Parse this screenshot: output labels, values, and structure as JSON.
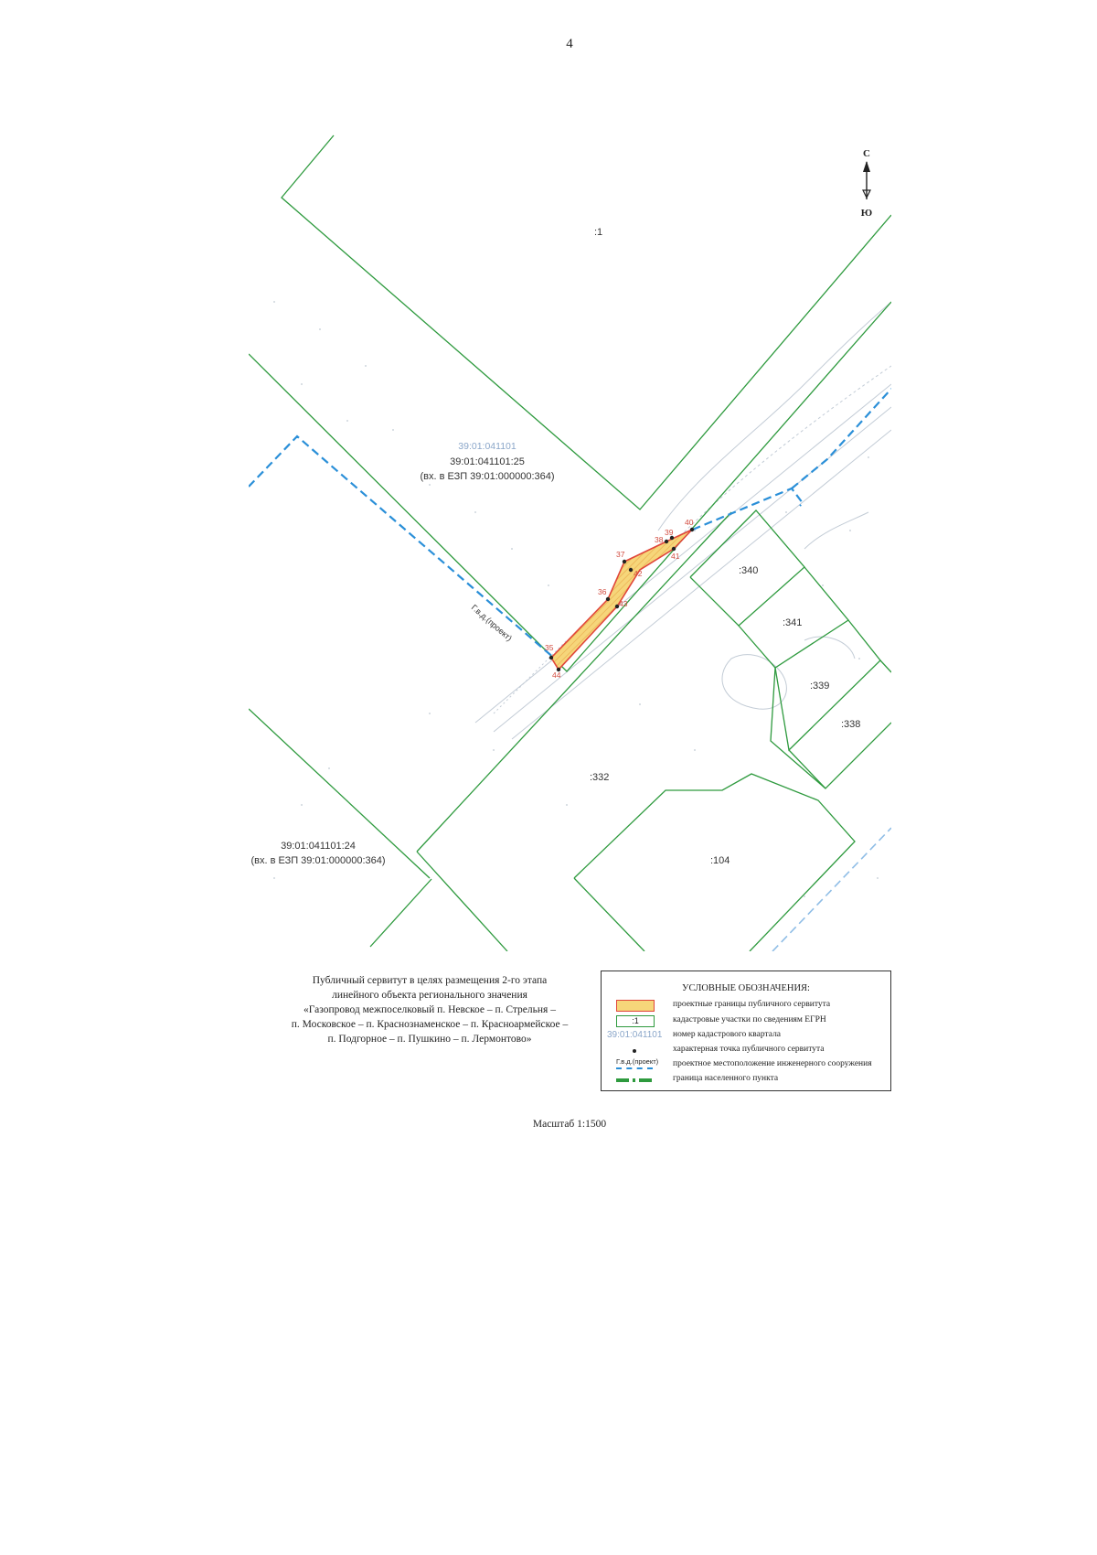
{
  "page_number": "4",
  "compass": {
    "north": "С",
    "south": "Ю"
  },
  "map_labels": {
    "parcel_1": ":1",
    "quarter_label": "39:01:041101",
    "parcel_25_id": "39:01:041101:25",
    "parcel_25_note": "(вх. в ЕЗП 39:01:000000:364)",
    "parcel_24_id": "39:01:041101:24",
    "parcel_24_note": "(вх. в ЕЗП 39:01:000000:364)",
    "parcel_340": ":340",
    "parcel_341": ":341",
    "parcel_339": ":339",
    "parcel_338": ":338",
    "parcel_332": ":332",
    "parcel_104": ":104",
    "pipeline_label": "Г.в.д.(проект)"
  },
  "servitude_points": [
    {
      "id": "35",
      "label": "35"
    },
    {
      "id": "36",
      "label": "36"
    },
    {
      "id": "37",
      "label": "37"
    },
    {
      "id": "38",
      "label": "38"
    },
    {
      "id": "39",
      "label": "39"
    },
    {
      "id": "40",
      "label": "40"
    },
    {
      "id": "41",
      "label": "41"
    },
    {
      "id": "42",
      "label": "42"
    },
    {
      "id": "43",
      "label": "43"
    },
    {
      "id": "44",
      "label": "44"
    }
  ],
  "caption": {
    "line1": "Публичный сервитут в целях размещения 2-го этапа",
    "line2": "линейного объекта регионального значения",
    "line3": "«Газопровод межпоселковый п. Невское – п. Стрельня –",
    "line4": "п. Московское – п. Краснознаменское – п. Красноармейское –",
    "line5": "п. Подгорное – п. Пушкино – п. Лермонтово»"
  },
  "legend": {
    "title": "УСЛОВНЫЕ ОБОЗНАЧЕНИЯ:",
    "items": [
      {
        "symbol": "hatched-yellow-polygon",
        "label": "проектные границы публичного сервитута"
      },
      {
        "symbol": ":1",
        "label": "кадастровые участки по сведениям ЕГРН"
      },
      {
        "symbol": "39:01:041101",
        "label": "номер кадастрового квартала"
      },
      {
        "symbol": "point",
        "label": "характерная точка публичного сервитута"
      },
      {
        "symbol": "Г.в.д.(проект)",
        "label": "проектное местоположение инженерного сооружения"
      },
      {
        "symbol": "green-dash",
        "label": "граница населенного пункта"
      }
    ]
  },
  "scale": "Масштаб 1:1500",
  "colors": {
    "parcel_border": "#2e9a3e",
    "pipeline": "#2a8fd8",
    "servitude_fill": "#f6d67a",
    "servitude_border": "#e0463a",
    "point": "#222222",
    "point_label": "#d14b3f",
    "quarter_label": "#8aa6c9"
  }
}
